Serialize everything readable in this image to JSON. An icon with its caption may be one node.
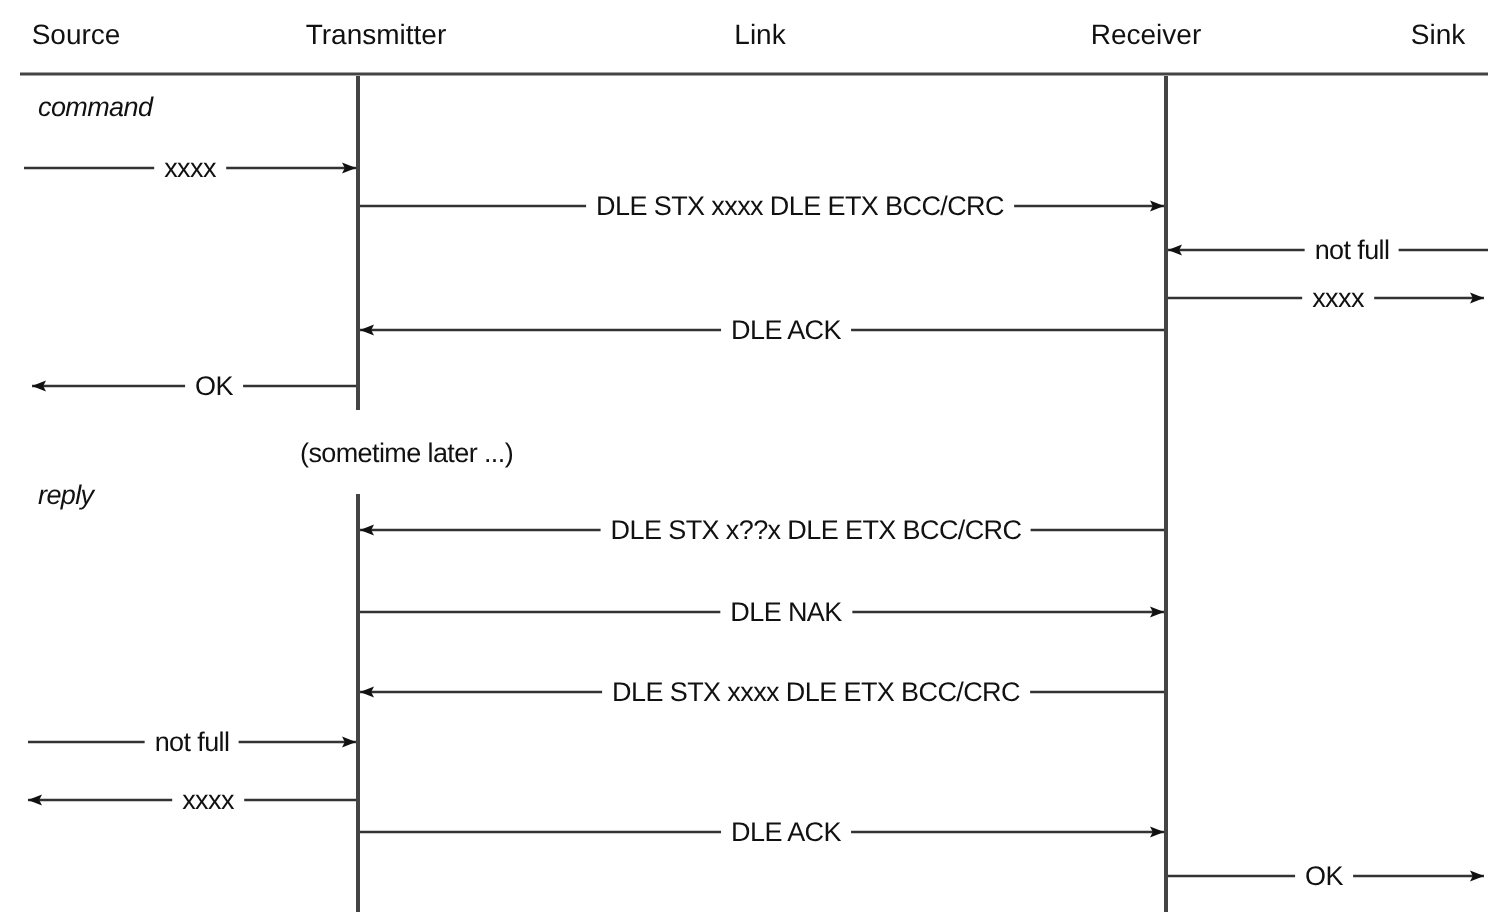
{
  "diagram": {
    "nodes": [
      {
        "text": [
          "Source"
        ]
      },
      {
        "text": [
          "Transmitter"
        ]
      },
      {
        "text": [
          "Link"
        ]
      },
      {
        "text": [
          "Receiver"
        ]
      },
      {
        "text": [
          "Sink"
        ]
      },
      {
        "text": [],
        "shape": "bar"
      },
      {
        "text": [],
        "shape": "bar"
      },
      {
        "text": [],
        "shape": "bar"
      }
    ],
    "edges": [
      {
        "from": null,
        "to": 5,
        "arrow": "to",
        "label": "xxxx"
      },
      {
        "from": 5,
        "to": 7,
        "arrow": "to",
        "label": "DLE STX xxxx DLE ETX BCC/CRC"
      },
      {
        "from": null,
        "to": 7,
        "arrow": "to",
        "label": "not full"
      },
      {
        "from": 7,
        "to": null,
        "arrow": "to",
        "label": "xxxx"
      },
      {
        "from": 7,
        "to": 5,
        "arrow": "to",
        "label": "DLE ACK"
      },
      {
        "from": 5,
        "to": null,
        "arrow": "to",
        "label": "OK"
      },
      {
        "from": 7,
        "to": 6,
        "arrow": "to",
        "label": "DLE STX x??x DLE ETX BCC/CRC"
      },
      {
        "from": 6,
        "to": 7,
        "arrow": "to",
        "label": "DLE NAK"
      },
      {
        "from": 7,
        "to": 6,
        "arrow": "to",
        "label": "DLE STX xxxx DLE ETX BCC/CRC"
      },
      {
        "from": null,
        "to": 6,
        "arrow": "to",
        "label": "not full"
      },
      {
        "from": 6,
        "to": null,
        "arrow": "to",
        "label": "xxxx"
      },
      {
        "from": 6,
        "to": 7,
        "arrow": "to",
        "label": "DLE ACK"
      },
      {
        "from": 7,
        "to": null,
        "arrow": "to",
        "label": "OK"
      }
    ],
    "labels": [
      "command",
      "(sometime later ...)",
      "reply"
    ]
  }
}
